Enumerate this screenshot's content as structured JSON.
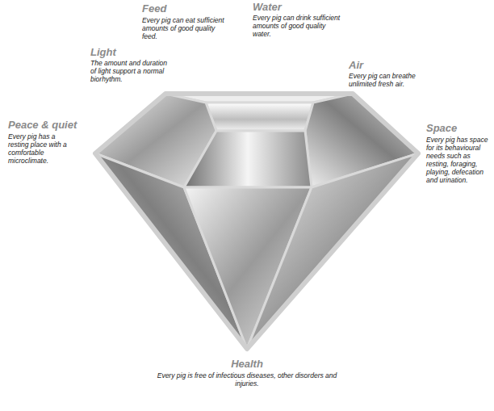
{
  "diagram": {
    "labels": [
      "Feed",
      "Every pig can eat sufficient amounts of good quality feed.",
      "Water",
      "Every pig can drink sufficient amounts of good quality water.",
      "Light",
      "The amount and duration of light support a normal biorhythm.",
      "Air",
      "Every pig can breathe unlimited fresh air.",
      "Peace & quiet",
      "Every pig has a resting place with a comfortable microclimate.",
      "Space",
      "Every pig has space for its behavioural needs such as resting, foraging, playing, defecation and urination.",
      "Health",
      "Every pig is free of infectious diseases, other disorders and injuries."
    ]
  }
}
